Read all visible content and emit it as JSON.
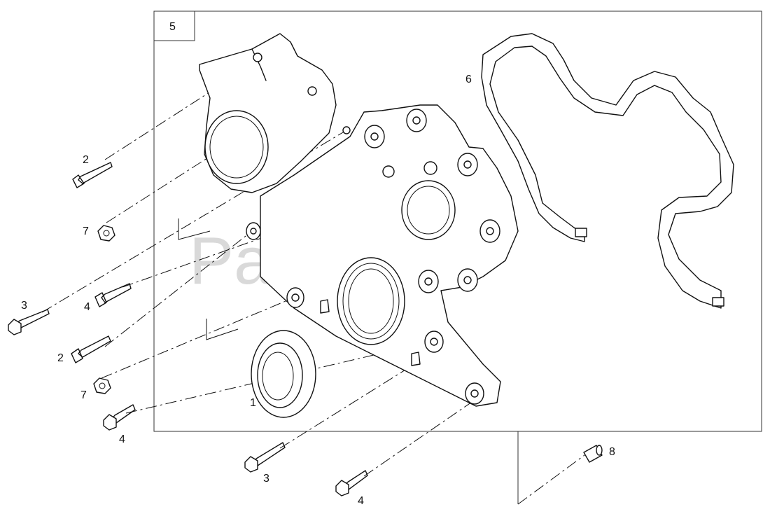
{
  "watermark": "PartsTree",
  "callouts": {
    "box_label": "5",
    "gasket": "6",
    "screw_top": "2",
    "nut_top": "7",
    "bolt_left": "3",
    "screw_left_upper": "4",
    "screw_left_mid": "2",
    "nut_lower": "7",
    "screw_left_lower": "4",
    "seal": "1",
    "bolt_bottom": "3",
    "screw_bottom": "4",
    "dowel": "8"
  }
}
